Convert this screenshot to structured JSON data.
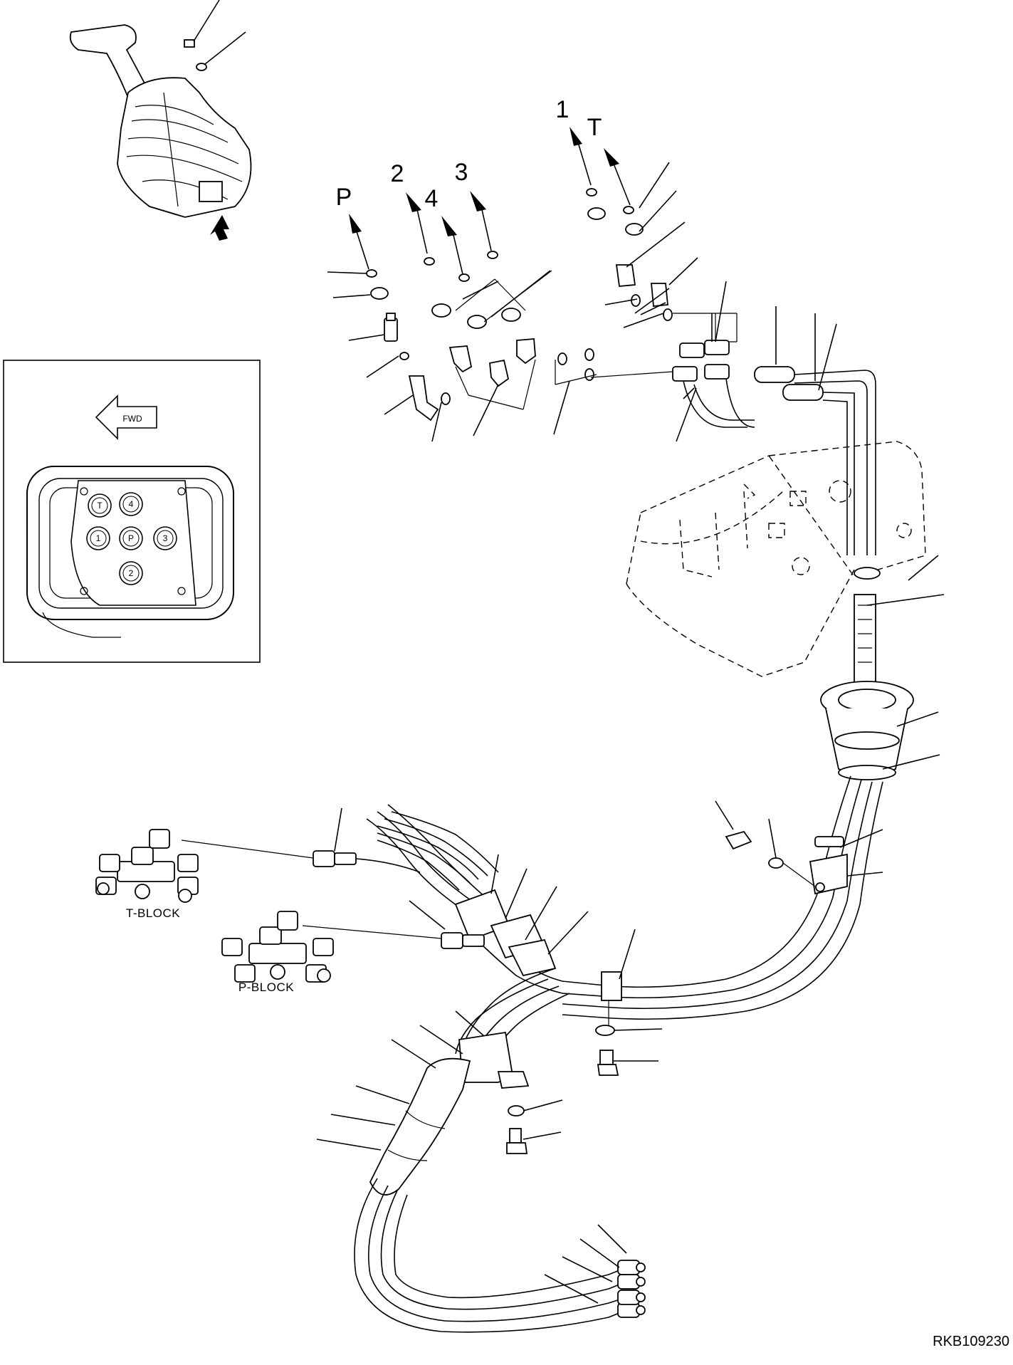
{
  "port_labels": {
    "port_1": "1",
    "port_t": "T",
    "port_p": "P",
    "port_2": "2",
    "port_4": "4",
    "port_3": "3"
  },
  "inset": {
    "fwd_label": "FWD",
    "ports": [
      "T",
      "4",
      "1",
      "P",
      "3",
      "2"
    ]
  },
  "blocks": {
    "t_block": "T-BLOCK",
    "p_block": "P-BLOCK"
  },
  "reference_code": "RKB109230"
}
